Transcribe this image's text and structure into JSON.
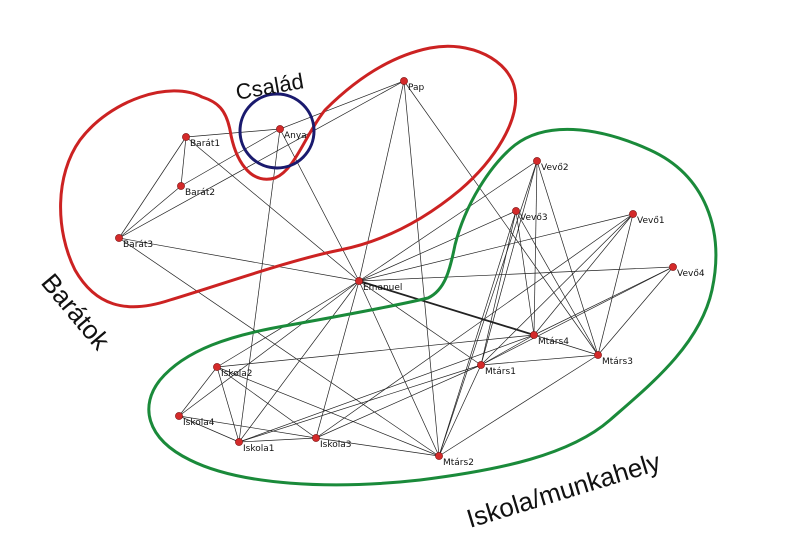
{
  "colors": {
    "friends": "#cc2222",
    "family": "#1a1a6e",
    "school_work": "#1a8a3a",
    "node": "#d42a2a",
    "edge": "#222222"
  },
  "groups": {
    "friends": "Barátok",
    "family": "Család",
    "school_work": "Iskola/munkahely"
  },
  "nodes": [
    {
      "id": "barat1",
      "label": "Barát1"
    },
    {
      "id": "barat2",
      "label": "Barát2"
    },
    {
      "id": "barat3",
      "label": "Barát3"
    },
    {
      "id": "anya",
      "label": "Anya"
    },
    {
      "id": "pap",
      "label": "Pap"
    },
    {
      "id": "emanuel",
      "label": "Emanuel"
    },
    {
      "id": "vevo2",
      "label": "Vevő2"
    },
    {
      "id": "vevo3",
      "label": "Vevő3"
    },
    {
      "id": "vevo1",
      "label": "Vevő1"
    },
    {
      "id": "vevo4",
      "label": "Vevő4"
    },
    {
      "id": "mtars4",
      "label": "Mtárs4"
    },
    {
      "id": "mtars3",
      "label": "Mtárs3"
    },
    {
      "id": "mtars1",
      "label": "Mtárs1"
    },
    {
      "id": "mtars2",
      "label": "Mtárs2"
    },
    {
      "id": "iskola2",
      "label": "Iskola2"
    },
    {
      "id": "iskola4",
      "label": "Iskola4"
    },
    {
      "id": "iskola1",
      "label": "Iskola1"
    },
    {
      "id": "iskola3",
      "label": "Iskola3"
    }
  ],
  "edges": [
    [
      "barat1",
      "barat2"
    ],
    [
      "barat1",
      "barat3"
    ],
    [
      "barat2",
      "barat3"
    ],
    [
      "barat1",
      "anya"
    ],
    [
      "barat2",
      "anya"
    ],
    [
      "barat1",
      "emanuel"
    ],
    [
      "barat3",
      "emanuel"
    ],
    [
      "barat3",
      "mtars2"
    ],
    [
      "anya",
      "pap"
    ],
    [
      "anya",
      "emanuel"
    ],
    [
      "anya",
      "iskola1"
    ],
    [
      "pap",
      "emanuel"
    ],
    [
      "pap",
      "mtars2"
    ],
    [
      "pap",
      "mtars3"
    ],
    [
      "pap",
      "barat3"
    ],
    [
      "emanuel",
      "vevo2"
    ],
    [
      "emanuel",
      "vevo3"
    ],
    [
      "emanuel",
      "vevo1"
    ],
    [
      "emanuel",
      "vevo4"
    ],
    [
      "emanuel",
      "mtars4"
    ],
    [
      "emanuel",
      "mtars1"
    ],
    [
      "emanuel",
      "mtars2"
    ],
    [
      "emanuel",
      "iskola2"
    ],
    [
      "emanuel",
      "iskola1"
    ],
    [
      "emanuel",
      "iskola3"
    ],
    [
      "emanuel",
      "iskola4"
    ],
    [
      "vevo2",
      "mtars4"
    ],
    [
      "vevo2",
      "mtars1"
    ],
    [
      "vevo2",
      "mtars3"
    ],
    [
      "vevo2",
      "mtars2"
    ],
    [
      "vevo3",
      "mtars4"
    ],
    [
      "vevo3",
      "mtars1"
    ],
    [
      "vevo3",
      "mtars3"
    ],
    [
      "vevo3",
      "mtars2"
    ],
    [
      "vevo1",
      "mtars4"
    ],
    [
      "vevo1",
      "mtars1"
    ],
    [
      "vevo1",
      "mtars3"
    ],
    [
      "vevo1",
      "iskola3"
    ],
    [
      "vevo4",
      "mtars4"
    ],
    [
      "vevo4",
      "mtars1"
    ],
    [
      "vevo4",
      "mtars3"
    ],
    [
      "mtars4",
      "mtars3"
    ],
    [
      "mtars4",
      "mtars1"
    ],
    [
      "mtars4",
      "iskola2"
    ],
    [
      "mtars4",
      "iskola1"
    ],
    [
      "mtars3",
      "mtars1"
    ],
    [
      "mtars3",
      "mtars2"
    ],
    [
      "mtars1",
      "mtars2"
    ],
    [
      "mtars1",
      "iskola1"
    ],
    [
      "mtars1",
      "iskola3"
    ],
    [
      "iskola2",
      "iskola1"
    ],
    [
      "iskola2",
      "iskola3"
    ],
    [
      "iskola2",
      "iskola4"
    ],
    [
      "iskola4",
      "iskola1"
    ],
    [
      "iskola4",
      "iskola3"
    ],
    [
      "iskola1",
      "iskola3"
    ],
    [
      "iskola3",
      "mtars2"
    ],
    [
      "iskola2",
      "mtars2"
    ]
  ],
  "bold_edges": [
    [
      "emanuel",
      "mtars4"
    ]
  ]
}
